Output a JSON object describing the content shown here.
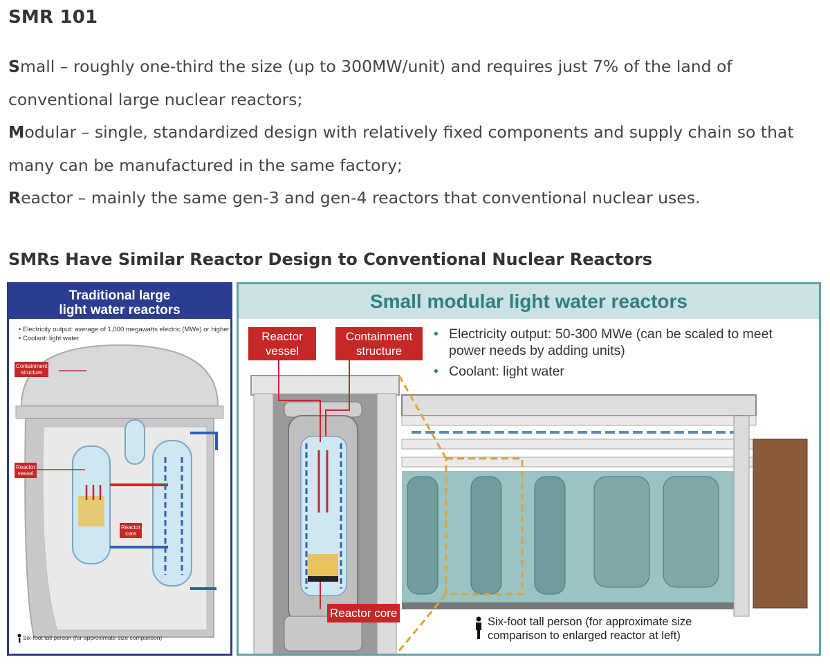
{
  "heading": "SMR 101",
  "definitions": [
    {
      "initial": "S",
      "line1": "mall – roughly one-third the size (up to 300MW/unit) and requires just 7% of the land of",
      "line2": "conventional large nuclear reactors;"
    },
    {
      "initial": "M",
      "line1": "odular – single, standardized design with relatively fixed components and supply chain so that",
      "line2": "many can be manufactured in the same factory;"
    },
    {
      "initial": "R",
      "line1": "eactor – mainly the same gen-3 and gen-4 reactors that conventional nuclear uses.",
      "line2": ""
    }
  ],
  "figure": {
    "title": "SMRs Have Similar Reactor Design to Conventional Nuclear Reactors",
    "left": {
      "title_line1": "Traditional large",
      "title_line2": "light water reactors",
      "bullets": [
        "Electricity output: average of 1,000 megawatts electric (MWe) or higher",
        "Coolant: light water"
      ],
      "labels": {
        "containment_line1": "Containment",
        "containment_line2": "structure",
        "vessel_line1": "Reactor",
        "vessel_line2": "vessel",
        "core_line1": "Reactor",
        "core_line2": "core"
      },
      "footnote": "Six-foot tall person (for approximate size comparison)"
    },
    "right": {
      "title": "Small modular light water reactors",
      "bullets": [
        "Electricity output: 50-300 MWe (can be scaled to meet power needs by adding units)",
        "Coolant: light water"
      ],
      "labels": {
        "vessel_line1": "Reactor",
        "vessel_line2": "vessel",
        "containment_line1": "Containment",
        "containment_line2": "structure",
        "core": "Reactor core"
      },
      "footnote_line1": "Six-foot tall person (for approximate size",
      "footnote_line2": "comparison to enlarged reactor at left)"
    }
  },
  "colors": {
    "left_border": "#2c3c8f",
    "right_border": "#5fa3a6",
    "label_red": "#c62828",
    "water": "#8fbcbc",
    "core_yellow": "#e8c45a"
  }
}
